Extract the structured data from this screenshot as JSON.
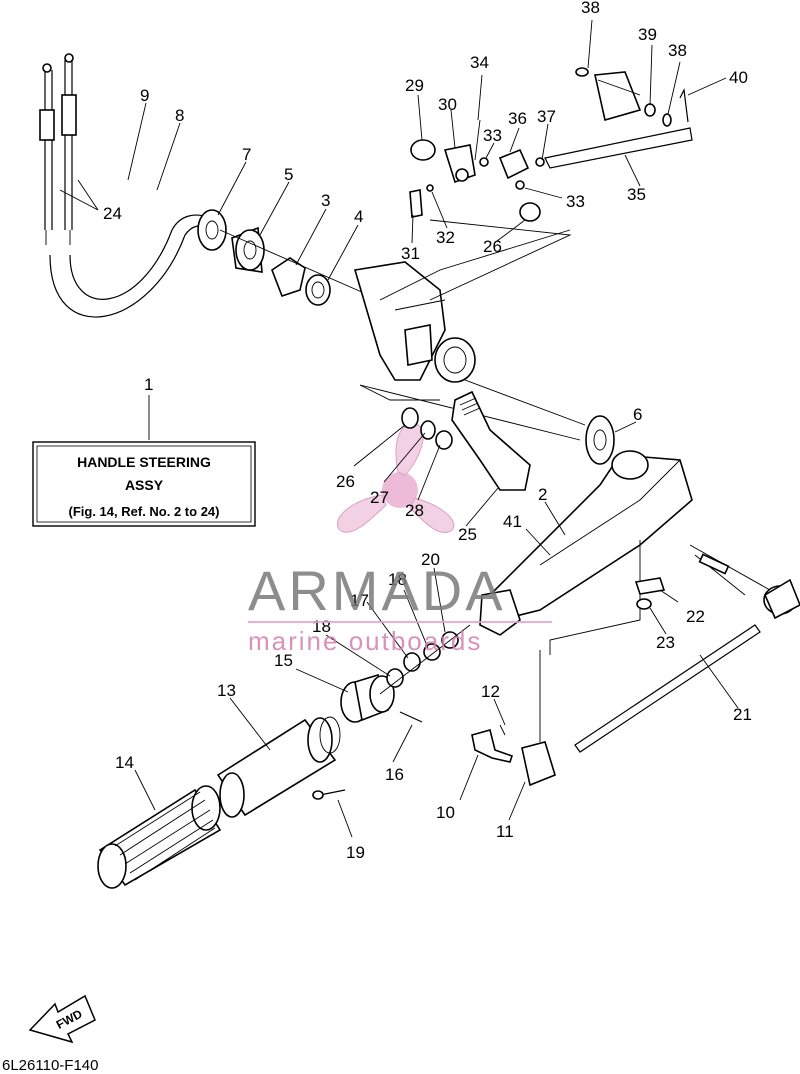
{
  "diagram_code": "6L26110-F140",
  "box": {
    "line1": "HANDLE STEERING",
    "line2": "ASSY",
    "line3": "(Fig. 14, Ref. No. 2 to 24)"
  },
  "fwd_label": "FWD",
  "watermark": {
    "brand": "ARMADA",
    "tagline": "marine outboards",
    "colors": {
      "brand": "#7a7a7a",
      "tagline": "#d47fb0",
      "logo": "#e7a3cc"
    }
  },
  "callouts": {
    "c1": "1",
    "c2": "2",
    "c3": "3",
    "c4": "4",
    "c5": "5",
    "c6": "6",
    "c7": "7",
    "c8": "8",
    "c9": "9",
    "c10": "10",
    "c11": "11",
    "c12": "12",
    "c13": "13",
    "c14": "14",
    "c15": "15",
    "c16": "16",
    "c17": "17",
    "c18a": "18",
    "c18b": "18",
    "c19": "19",
    "c20": "20",
    "c21": "21",
    "c22": "22",
    "c23": "23",
    "c24": "24",
    "c25": "25",
    "c26a": "26",
    "c26b": "26",
    "c27": "27",
    "c28": "28",
    "c29": "29",
    "c30": "30",
    "c31": "31",
    "c32": "32",
    "c33a": "33",
    "c33b": "33",
    "c34": "34",
    "c35": "35",
    "c36": "36",
    "c37": "37",
    "c38a": "38",
    "c38b": "38",
    "c39": "39",
    "c40": "40",
    "c41": "41"
  }
}
